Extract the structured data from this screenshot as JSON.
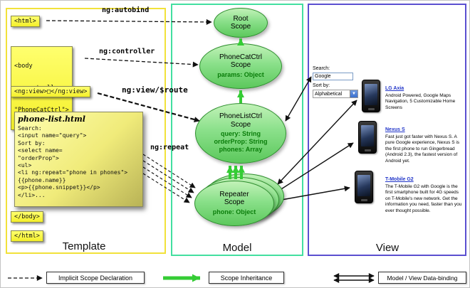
{
  "panels": {
    "template": {
      "label": "Template"
    },
    "model": {
      "label": "Model"
    },
    "view": {
      "label": "View"
    }
  },
  "template": {
    "html_open": "<html>",
    "body_open_lines": [
      "<body",
      "ng:controller=",
      "\"PhoneCatCtrl\">"
    ],
    "ng_view": "<ng:view>□</ng:view>",
    "sticky": {
      "title": "phone-list.html",
      "code_lines": [
        "Search:",
        "<input name=\"query\">",
        "Sort by:",
        "<select name=",
        "\"orderProp\">",
        "<ul>",
        "<li ng:repeat=\"phone in phones\">",
        "{{phone.name}}",
        "<p>{{phone.snippet}}</p>",
        "</li>..."
      ]
    },
    "body_close": "</body>",
    "html_close": "</html>"
  },
  "arrows": {
    "ng_autobind": "ng:autobind",
    "ng_controller": "ng:controller",
    "ng_view_route": "ng:view/$route",
    "ng_repeat": "ng:repeat"
  },
  "model": {
    "root_scope": {
      "title": "Root Scope"
    },
    "phonecat_scope": {
      "title": "PhoneCatCtrl Scope",
      "props": [
        "params: Object"
      ]
    },
    "phonelist_scope": {
      "title": "PhoneListCtrl Scope",
      "props": [
        "query: String",
        "orderProp: String",
        "phones: Array"
      ]
    },
    "repeater_scope": {
      "title": "Repeater Scope",
      "props": [
        "phone: Object"
      ]
    }
  },
  "view": {
    "search_label": "Search:",
    "search_value": "Google",
    "sort_label": "Sort by:",
    "sort_value": "Alphabetical",
    "phones": [
      {
        "name": "LG Axia",
        "description": "Android Powered, Google Maps Navigation, 5 Customizable Home Screens"
      },
      {
        "name": "Nexus S",
        "description": "Fast just got faster with Nexus S. A pure Google experience, Nexus S is the first phone to run Gingerbread (Android 2.3), the fastest version of Android yet."
      },
      {
        "name": "T-Mobile G2",
        "description": "The T-Mobile G2 with Google is the first smartphone built for 4G speeds on T-Mobile's new network. Get the information you need, faster than you ever thought possible."
      }
    ]
  },
  "legend": {
    "items": [
      {
        "label": "Implicit Scope Declaration"
      },
      {
        "label": "Scope Inheritance"
      },
      {
        "label": "Model / View Data-binding"
      }
    ]
  },
  "colors": {
    "template_border": "#f2e23a",
    "model_border": "#43dfa0",
    "view_border": "#5b4fd0",
    "scope_fill": "#8ae08a",
    "scope_prop_text": "#0a7d0a",
    "inheritance_arrow": "#35cc35",
    "tag_fill": "#ffff6e",
    "link_color": "#2135c9"
  }
}
